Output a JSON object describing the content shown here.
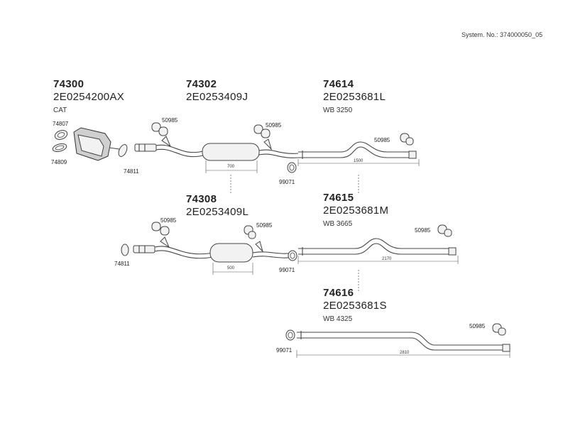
{
  "system_no": "System. No.: 374000050_05",
  "groups": {
    "g74300": {
      "number": "74300",
      "code": "2E0254200AX",
      "subtitle": "CAT"
    },
    "g74302": {
      "number": "74302",
      "code": "2E0253409J"
    },
    "g74614": {
      "number": "74614",
      "code": "2E0253681L",
      "subtitle": "WB 3250"
    },
    "g74308": {
      "number": "74308",
      "code": "2E0253409L"
    },
    "g74615": {
      "number": "74615",
      "code": "2E0253681M",
      "subtitle": "WB 3665"
    },
    "g74616": {
      "number": "74616",
      "code": "2E0253681S",
      "subtitle": "WB 4325"
    }
  },
  "callouts": {
    "c74807": "74807",
    "c74809": "74809",
    "c74811a": "74811",
    "c50985a": "50985",
    "c50985b": "50985",
    "c99071a": "99071",
    "c50985c": "50985",
    "c50985d": "50985",
    "c50985e": "50985",
    "c74811b": "74811",
    "c50985f": "50985",
    "c99071b": "99071",
    "c99071c": "99071",
    "c50985g": "50985"
  },
  "dimensions": {
    "d700": "700",
    "d1500": "1500",
    "d500": "500",
    "d2170": "2170",
    "d2810": "2810"
  }
}
